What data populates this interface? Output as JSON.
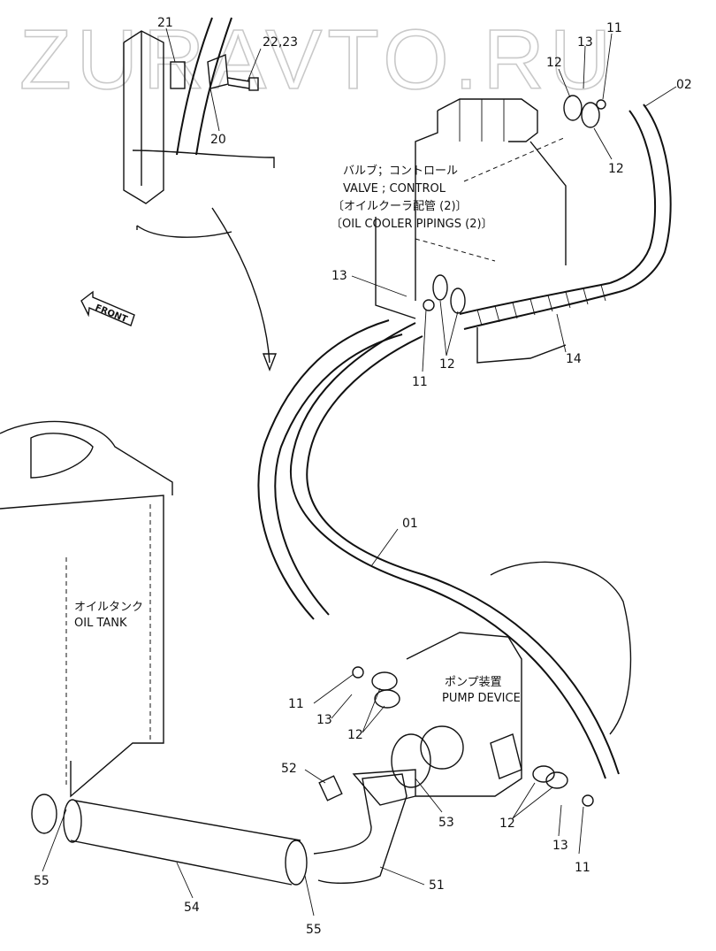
{
  "watermark": "ZURAVTO.RU",
  "captions": {
    "valve_jp": "バルブ；コントロール",
    "valve_en": "VALVE ; CONTROL",
    "pipings_jp": "〔オイルクーラ配管 (2)〕",
    "pipings_en": "〔OIL COOLER PIPINGS (2)〕",
    "front": "FRONT",
    "tank_jp": "オイルタンク",
    "tank_en": "OIL TANK",
    "pump_jp": "ポンプ装置",
    "pump_en": "PUMP DEVICE"
  },
  "callouts": {
    "c21": "21",
    "c22_23": "22,23",
    "c20": "20",
    "c13_top": "13",
    "c12_top": "12",
    "c11_top": "11",
    "c02": "02",
    "c12_top_lower": "12",
    "c13_mid": "13",
    "c11_mid": "11",
    "c12_mid": "12",
    "c14": "14",
    "c01": "01",
    "c11_left": "11",
    "c13_left": "13",
    "c12_left": "12",
    "c52": "52",
    "c53": "53",
    "c12_right": "12",
    "c13_right": "13",
    "c11_right": "11",
    "c55_left": "55",
    "c54": "54",
    "c55_bottom": "55",
    "c51": "51"
  }
}
